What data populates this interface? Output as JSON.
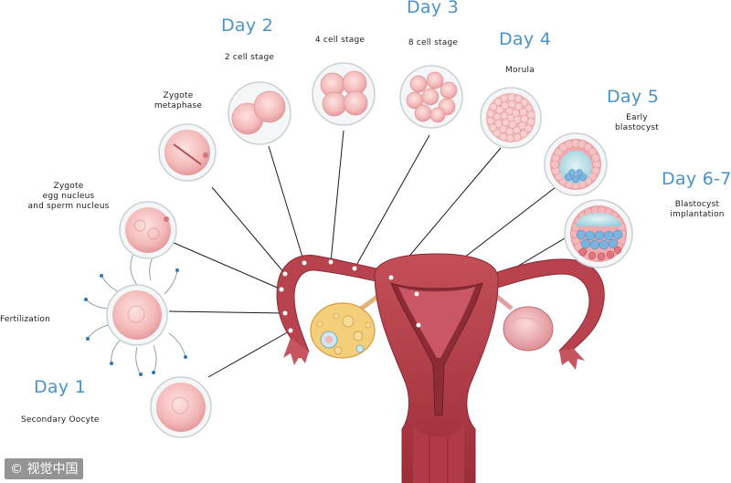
{
  "days": {
    "day1": "Day 1",
    "day2": "Day 2",
    "day3": "Day 3",
    "day4": "Day 4",
    "day5": "Day 5",
    "day67": "Day 6-7"
  },
  "stages": {
    "secondary_oocyte": "Secondary Oocyte",
    "fertilization": "Fertilization",
    "zygote_line1": "Zygote",
    "zygote_line2": "egg nucleus",
    "zygote_line3": "and sperm nucleus",
    "zygote_metaphase_line1": "Zygote",
    "zygote_metaphase_line2": "metaphase",
    "two_cell": "2 cell stage",
    "four_cell": "4 cell stage",
    "eight_cell": "8 cell stage",
    "morula": "Morula",
    "early_blastocyst_line1": "Early",
    "early_blastocyst_line2": "blastocyst",
    "implantation_line1": "Blastocyst",
    "implantation_line2": "implantation"
  },
  "watermark": "© 视觉中国",
  "colors": {
    "day_label": "#4b92c6",
    "cell_fill": "#f2b8b8",
    "cell_dark": "#d98a90",
    "uterus": "#b8434e",
    "uterus_dark": "#8a2a34",
    "ovary": "#f0b7b9",
    "follicle": "#f2c55c",
    "blastocoel": "#bfe3ea",
    "inner_cells": "#7ab3de"
  }
}
